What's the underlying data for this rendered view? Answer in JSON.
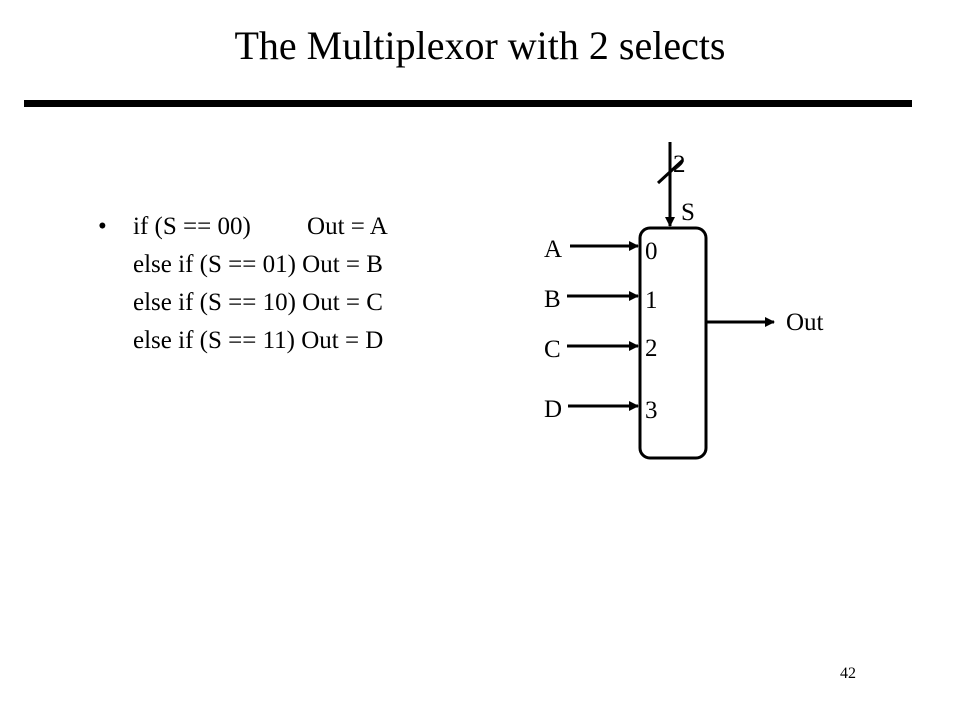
{
  "slide": {
    "title": "The Multiplexor with 2 selects",
    "page_number": "42"
  },
  "bullet": {
    "marker": "•",
    "lines": [
      "if (S == 00)         Out = A",
      "else if (S == 01) Out = B",
      "else if (S == 10) Out = C",
      "else if (S == 11) Out = D"
    ]
  },
  "diagram": {
    "select_width": "2",
    "select_label": "S",
    "output_label": "Out",
    "inputs": [
      {
        "name": "A",
        "index": "0"
      },
      {
        "name": "B",
        "index": "1"
      },
      {
        "name": "C",
        "index": "2"
      },
      {
        "name": "D",
        "index": "3"
      }
    ]
  }
}
